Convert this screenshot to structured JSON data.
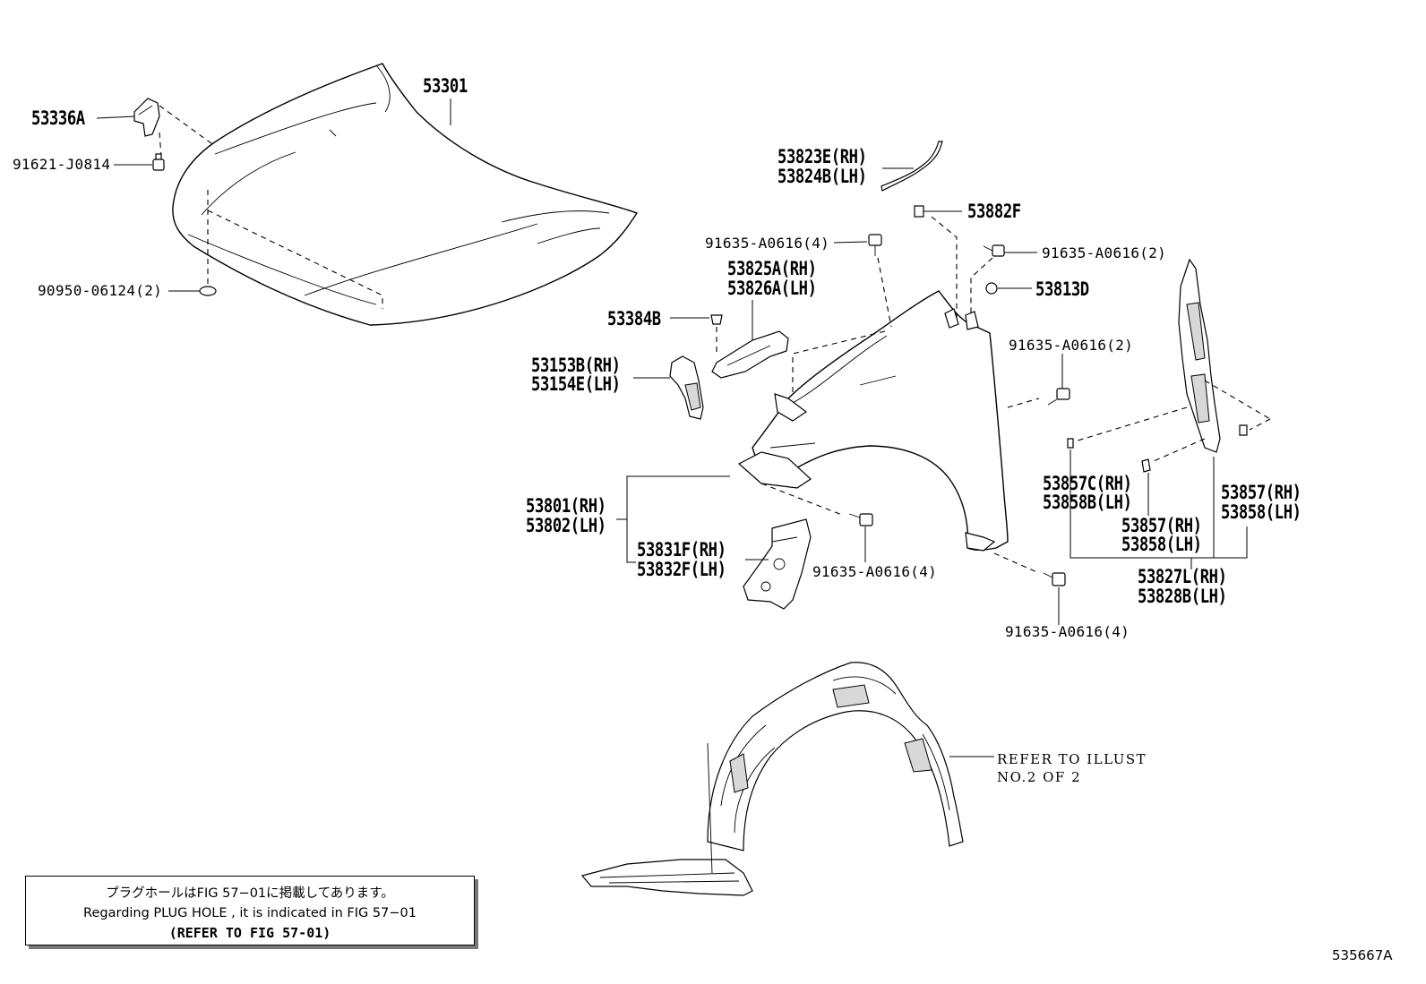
{
  "parts": [
    {
      "id": "p53301",
      "text": "53301"
    },
    {
      "id": "p53336a",
      "text": "53336A"
    },
    {
      "id": "p91621",
      "text": "91621-J0814"
    },
    {
      "id": "p90950",
      "text": "90950-06124(2)"
    },
    {
      "id": "p53823e",
      "text": "53823E(RH)"
    },
    {
      "id": "p53824b",
      "text": "53824B(LH)"
    },
    {
      "id": "p53882f",
      "text": "53882F"
    },
    {
      "id": "p91635a",
      "text": "91635-A0616(4)"
    },
    {
      "id": "p91635b",
      "text": "91635-A0616(2)"
    },
    {
      "id": "p53825a",
      "text": "53825A(RH)"
    },
    {
      "id": "p53826a",
      "text": "53826A(LH)"
    },
    {
      "id": "p53813d",
      "text": "53813D"
    },
    {
      "id": "p53384b",
      "text": "53384B"
    },
    {
      "id": "p91635c",
      "text": "91635-A0616(2)"
    },
    {
      "id": "p53153b",
      "text": "53153B(RH)"
    },
    {
      "id": "p53154e",
      "text": "53154E(LH)"
    },
    {
      "id": "p53857c",
      "text": "53857C(RH)"
    },
    {
      "id": "p53858b",
      "text": "53858B(LH)"
    },
    {
      "id": "p53857rh",
      "text": "53857(RH)"
    },
    {
      "id": "p53858lh",
      "text": "53858(LH)"
    },
    {
      "id": "p53801",
      "text": "53801(RH)"
    },
    {
      "id": "p53802",
      "text": "53802(LH)"
    },
    {
      "id": "p53857rh2",
      "text": "53857(RH)"
    },
    {
      "id": "p53858lh2",
      "text": "53858(LH)"
    },
    {
      "id": "p53831f",
      "text": "53831F(RH)"
    },
    {
      "id": "p53832f",
      "text": "53832F(LH)"
    },
    {
      "id": "p91635d",
      "text": "91635-A0616(4)"
    },
    {
      "id": "p53827l",
      "text": "53827L(RH)"
    },
    {
      "id": "p53828b",
      "text": "53828B(LH)"
    },
    {
      "id": "p91635e",
      "text": "91635-A0616(4)"
    }
  ],
  "refer": {
    "line1": "REFER TO ILLUST",
    "line2": "NO.2 OF 2"
  },
  "notice": {
    "jp": "プラグホールはFIG 57−01に掲載してあります。",
    "en": "Regarding  PLUG  HOLE , it is indicated in  FIG  57−01",
    "ref": "(REFER TO FIG 57-01)"
  },
  "figure_number": "535667A"
}
